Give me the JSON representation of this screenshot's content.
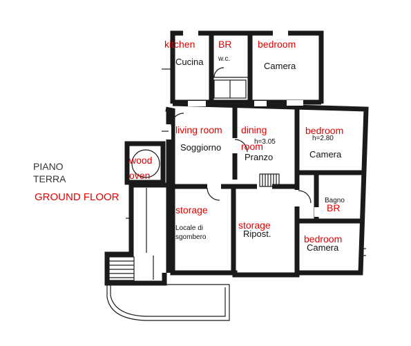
{
  "accent_color": "#e00000",
  "plan": {
    "title_it_line1": "PIANO",
    "title_it_line2": "TERRA",
    "title_en": "GROUND FLOOR"
  },
  "rooms": {
    "cucina": {
      "it": "Cucina",
      "en": "kitchen"
    },
    "wc": {
      "it": "w.c.",
      "en": "BR"
    },
    "camera1": {
      "it": "Camera",
      "en": "bedroom"
    },
    "soggiorno": {
      "it": "Soggiorno",
      "en": "living room"
    },
    "pranzo": {
      "it": "Pranzo",
      "height": "h=3.05",
      "en_line1": "dining",
      "en_line2": "room"
    },
    "camera2": {
      "it": "Camera",
      "height": "h=2.80",
      "en": "bedroom"
    },
    "forno": {
      "en_line1": "wood",
      "en_line2": "oven"
    },
    "bagno": {
      "it": "Bagno",
      "en": "BR"
    },
    "locale": {
      "it_line1": "Locale di",
      "it_line2": "sgombero",
      "en": "storage"
    },
    "ripost": {
      "it": "Ripost.",
      "en": "storage"
    },
    "camera3": {
      "it": "Camera",
      "en": "bedroom"
    }
  }
}
